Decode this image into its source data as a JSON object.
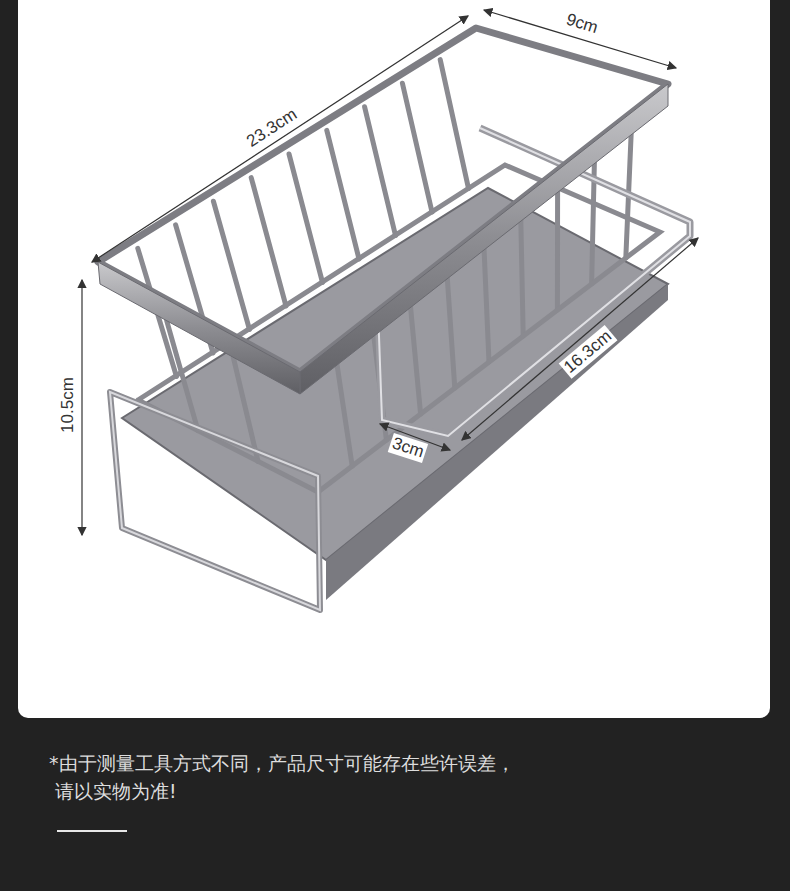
{
  "diagram": {
    "labels": [
      "23.3cm",
      "9cm",
      "10.5cm",
      "16.3cm",
      "3cm",
      "*由于测量工具方式不同，产品尺寸可能存在些许误差，",
      "请以实物为准!"
    ]
  }
}
